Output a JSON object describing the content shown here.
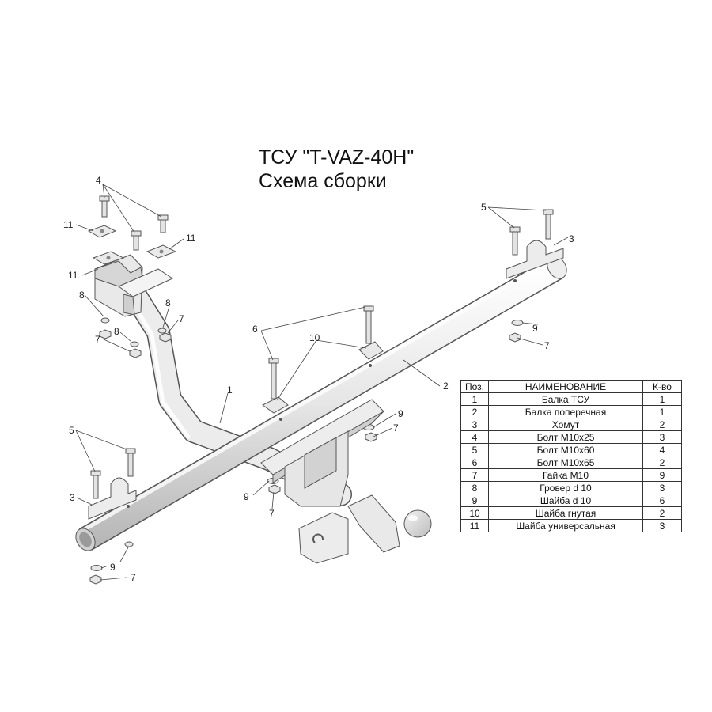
{
  "title": {
    "line1": "ТСУ \"T-VAZ-40H\"",
    "line2": "Схема сборки"
  },
  "callouts": {
    "c1": "1",
    "c2": "2",
    "c3a": "3",
    "c3b": "3",
    "c4": "4",
    "c5a": "5",
    "c5b": "5",
    "c6": "6",
    "c7a": "7",
    "c7b": "7",
    "c7c": "7",
    "c7d": "7",
    "c7e": "7",
    "c7f": "7",
    "c8a": "8",
    "c8b": "8",
    "c8c": "8",
    "c9a": "9",
    "c9b": "9",
    "c9c": "9",
    "c9d": "9",
    "c10": "10",
    "c11a": "11",
    "c11b": "11",
    "c11c": "11"
  },
  "parts_table": {
    "headers": {
      "pos": "Поз.",
      "name": "НАИМЕНОВАНИЕ",
      "qty": "К-во"
    },
    "rows": [
      {
        "pos": "1",
        "name": "Балка ТСУ",
        "qty": "1"
      },
      {
        "pos": "2",
        "name": "Балка поперечная",
        "qty": "1"
      },
      {
        "pos": "3",
        "name": "Хомут",
        "qty": "2"
      },
      {
        "pos": "4",
        "name": "Болт М10х25",
        "qty": "3"
      },
      {
        "pos": "5",
        "name": "Болт М10х60",
        "qty": "4"
      },
      {
        "pos": "6",
        "name": "Болт М10х65",
        "qty": "2"
      },
      {
        "pos": "7",
        "name": "Гайка  М10",
        "qty": "9"
      },
      {
        "pos": "8",
        "name": "Гровер d 10",
        "qty": "3"
      },
      {
        "pos": "9",
        "name": "Шайба d 10",
        "qty": "6"
      },
      {
        "pos": "10",
        "name": "Шайба гнутая",
        "qty": "2"
      },
      {
        "pos": "11",
        "name": "Шайба универсальная",
        "qty": "3"
      }
    ]
  }
}
